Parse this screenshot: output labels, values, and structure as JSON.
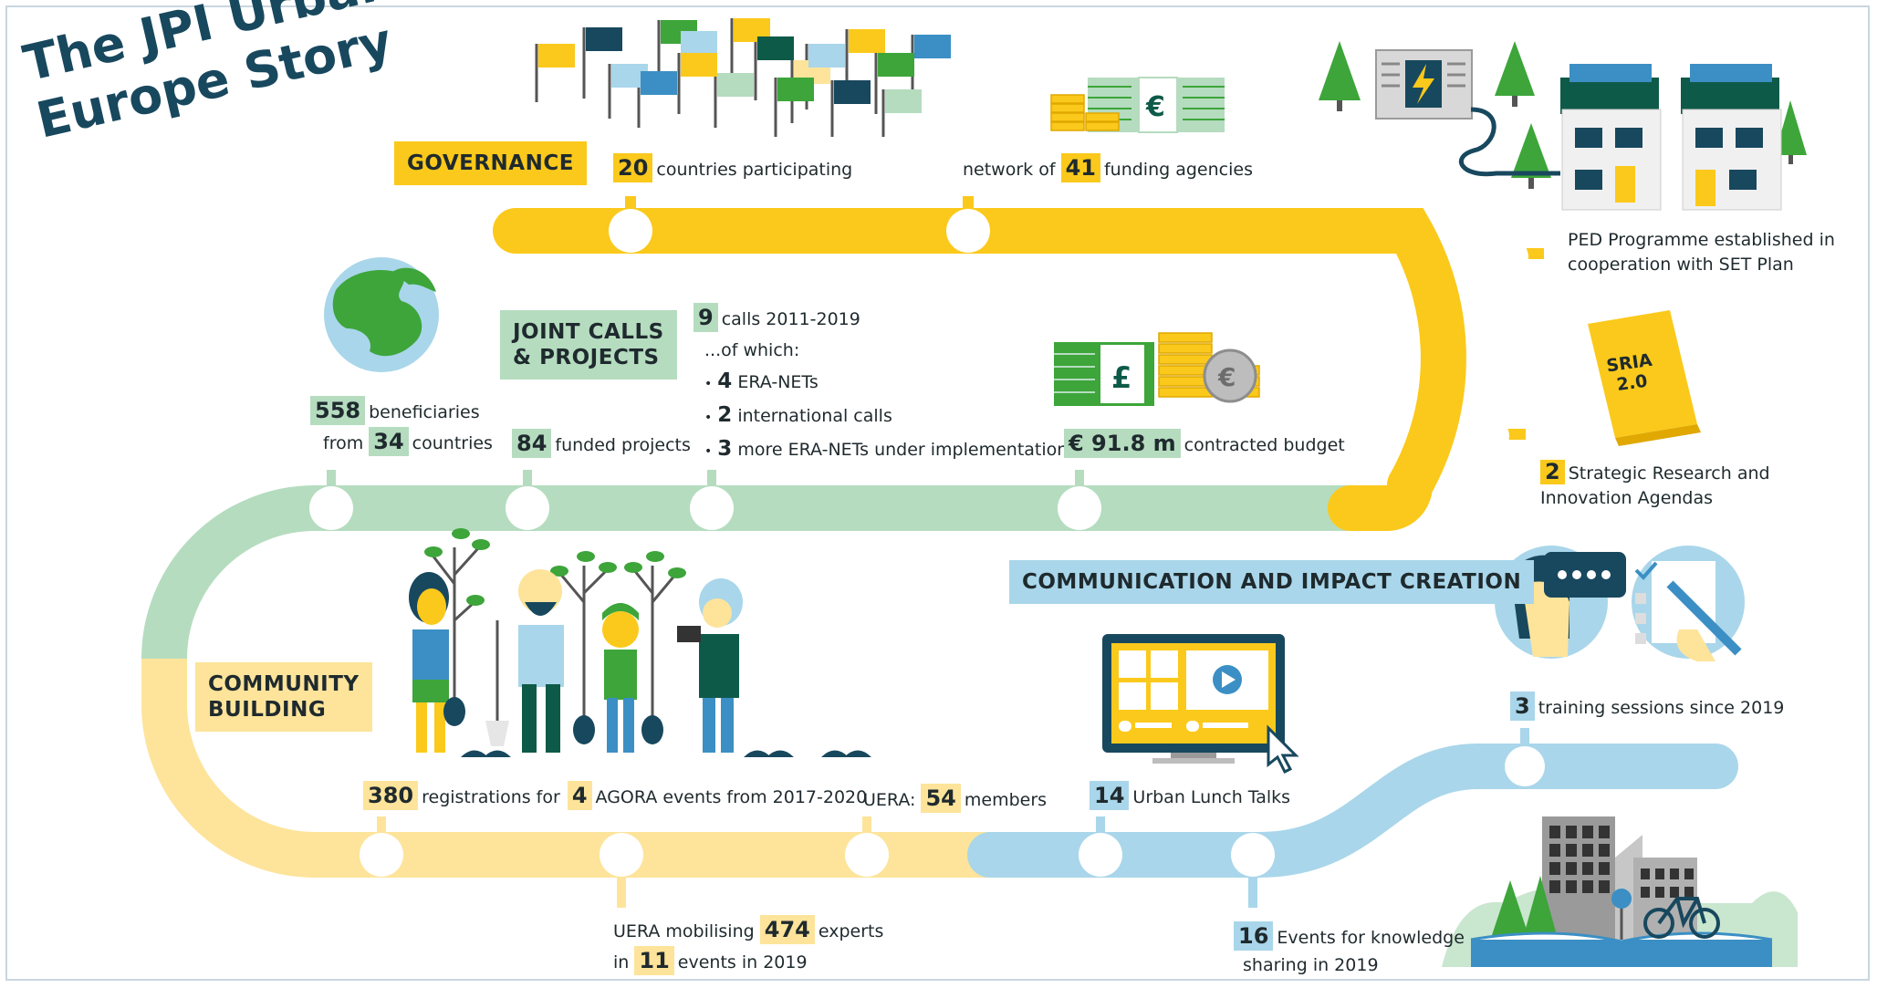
{
  "title": {
    "line1": "The JPI Urban",
    "line2": "Europe Story"
  },
  "sections": {
    "governance": "GOVERNANCE",
    "joint_calls_1": "JOINT CALLS",
    "joint_calls_2": "& PROJECTS",
    "community_1": "COMMUNITY",
    "community_2": "BUILDING",
    "communication": "COMMUNICATION AND IMPACT CREATION"
  },
  "governance": {
    "countries_num": "20",
    "countries_text": "countries participating",
    "network_pre": "network of",
    "agencies_num": "41",
    "agencies_text": "funding agencies",
    "ped_line1": "PED Programme established in",
    "ped_line2": "cooperation with SET Plan",
    "sria_num": "2",
    "sria_line1": "Strategic Research and",
    "sria_line2": "Innovation Agendas",
    "sria_book_1": "SRIA",
    "sria_book_2": "2.0"
  },
  "joint_calls": {
    "beneficiaries_num": "558",
    "beneficiaries_text": "beneficiaries",
    "from_pre": "from",
    "countries_num": "34",
    "countries_text": "countries",
    "projects_num": "84",
    "projects_text": "funded projects",
    "calls_num": "9",
    "calls_text": "calls 2011-2019",
    "of_which": "...of which:",
    "eranets_num": "4",
    "eranets_text": "ERA-NETs",
    "intl_num": "2",
    "intl_text": "international calls",
    "more_num": "3",
    "more_text": "more ERA-NETs under implementation",
    "budget_num": "€ 91.8 m",
    "budget_text": "contracted budget",
    "currency_euro": "€",
    "currency_pound": "£",
    "currency_coin": "€"
  },
  "community": {
    "reg_num": "380",
    "reg_text": "registrations for",
    "agora_num": "4",
    "agora_text": "AGORA events from 2017-2020",
    "uera_pre": "UERA:",
    "members_num": "54",
    "members_text": "members",
    "mob_pre": "UERA mobilising",
    "experts_num": "474",
    "experts_text": "experts",
    "in_pre": "in",
    "events_num": "11",
    "events_text": "events in 2019"
  },
  "communication": {
    "talks_num": "14",
    "talks_text": "Urban Lunch Talks",
    "training_num": "3",
    "training_text": "training sessions since 2019",
    "knowledge_num": "16",
    "knowledge_line1": "Events for knowledge",
    "knowledge_line2": "sharing in 2019"
  },
  "icons": [
    "flags-icon",
    "money-stack-icon",
    "trees-icon",
    "power-panel-icon",
    "houses-solar-icon",
    "book-icon",
    "globe-icon",
    "coins-icon",
    "people-trees-icon",
    "screen-video-icon",
    "cursor-icon",
    "training-people-icon",
    "city-book-icon",
    "bicycle-icon"
  ],
  "colors": {
    "yellow": "#fbc91b",
    "green": "#b5dcbf",
    "light_yellow": "#fde49a",
    "blue": "#a9d6ea",
    "title": "#18485e"
  }
}
